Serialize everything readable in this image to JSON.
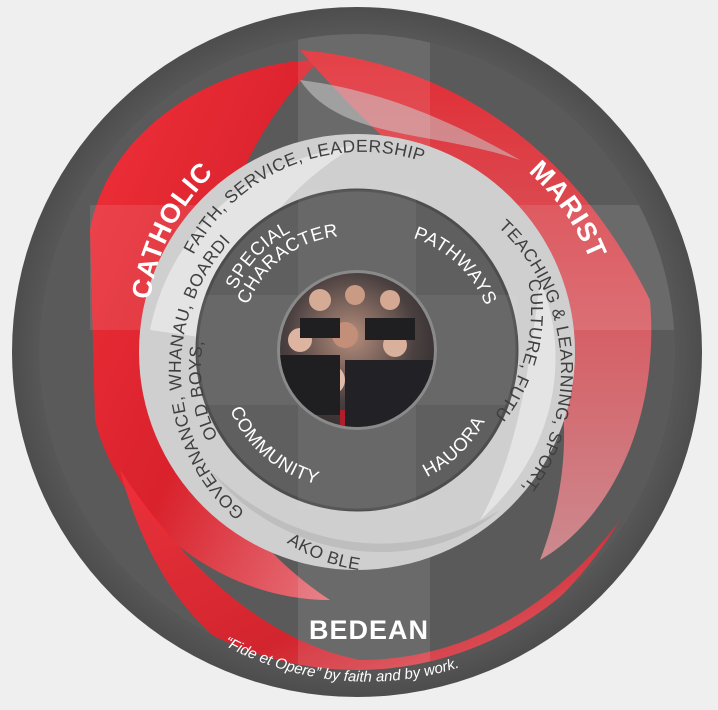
{
  "outer_ring": {
    "left": "CATHOLIC",
    "right": "MARIST",
    "bottom": "BEDEAN"
  },
  "middle_ring": {
    "top": "FAITH, SERVICE, LEADERSHIP",
    "left_outer": "GOVERNANCE, WHANAU, BOARDING",
    "left_inner": "OLD BOYS,",
    "right_outer": "TEACHING & LEARNING, SPORT,",
    "right_inner": "CULTURE, FUTURE FOCUS",
    "bottom": "AKO BLE"
  },
  "inner_ring": {
    "special_line1": "SPECIAL",
    "special_line2": "CHARACTER",
    "pathways": "PATHWAYS",
    "community": "COMMUNITY",
    "hauora": "HAUORA"
  },
  "motto": "“Fide et Opere” by faith and by work.",
  "colors": {
    "background": "#efefef",
    "outer_ring": "#595959",
    "red": "#e3262d",
    "middle_ring": "#cfcfcf",
    "inner_ring": "#5f5f5f"
  },
  "center_image": "students-photo"
}
